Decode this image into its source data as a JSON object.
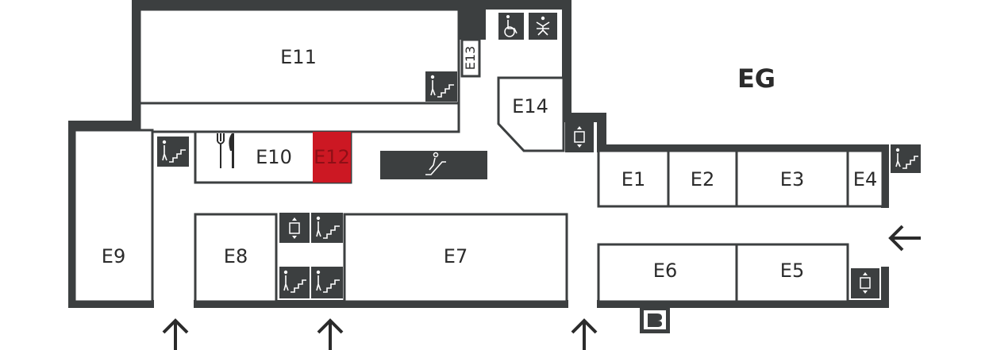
{
  "floor": {
    "label": "EG"
  },
  "rooms": {
    "E1": "E1",
    "E2": "E2",
    "E3": "E3",
    "E4": "E4",
    "E5": "E5",
    "E6": "E6",
    "E7": "E7",
    "E8": "E8",
    "E9": "E9",
    "E10": "E10",
    "E11": "E11",
    "E12": "E12",
    "E13": "E13",
    "E14": "E14"
  },
  "highlight": {
    "room": "E12",
    "color": "#cc1823"
  },
  "colors": {
    "wall": "#3c3f40",
    "background": "#ffffff",
    "text": "#2b2b2b"
  },
  "icons": [
    "stairs-icon",
    "elevator-icon",
    "escalator-icon",
    "wheelchair-icon",
    "baby-changing-icon",
    "restaurant-icon",
    "lecture-hall-icon",
    "entrance-arrow-icon"
  ]
}
